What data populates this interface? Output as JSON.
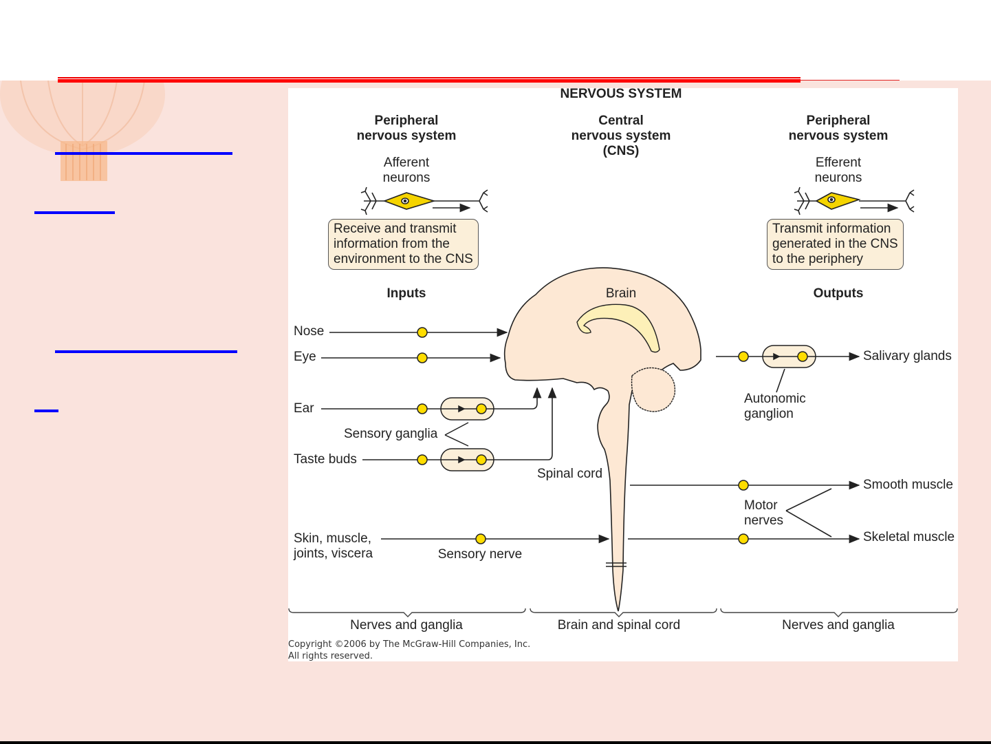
{
  "slide": {
    "background_color": "#fae3dd",
    "rule_color": "#ff0000",
    "link_color": "#0000ff"
  },
  "figure": {
    "title": "NERVOUS SYSTEM",
    "columns": {
      "left": {
        "heading_line1": "Peripheral",
        "heading_line2": "nervous system",
        "neuron_line1": "Afferent",
        "neuron_line2": "neurons",
        "box_lines": [
          "Receive and transmit",
          "information from the",
          "environment to the CNS"
        ],
        "section": "Inputs"
      },
      "center": {
        "heading_line1": "Central",
        "heading_line2": "nervous system",
        "heading_line3": "(CNS)",
        "section": "Brain"
      },
      "right": {
        "heading_line1": "Peripheral",
        "heading_line2": "nervous system",
        "neuron_line1": "Efferent",
        "neuron_line2": "neurons",
        "box_lines": [
          "Transmit information",
          "generated in the CNS",
          "to the periphery"
        ],
        "section": "Outputs"
      }
    },
    "inputs": {
      "nose": "Nose",
      "eye": "Eye",
      "ear": "Ear",
      "sensory_ganglia": "Sensory ganglia",
      "taste_buds": "Taste buds",
      "skin_line1": "Skin, muscle,",
      "skin_line2": "joints, viscera",
      "sensory_nerve": "Sensory nerve"
    },
    "center_labels": {
      "spinal_cord": "Spinal cord"
    },
    "outputs": {
      "salivary": "Salivary glands",
      "autonomic_line1": "Autonomic",
      "autonomic_line2": "ganglion",
      "smooth": "Smooth muscle",
      "motor_line1": "Motor",
      "motor_line2": "nerves",
      "skeletal": "Skeletal muscle"
    },
    "brackets": {
      "left": "Nerves and ganglia",
      "center": "Brain and spinal cord",
      "right": "Nerves and ganglia"
    },
    "copyright_line1": "Copyright ©2006 by The McGraw-Hill Companies, Inc.",
    "copyright_line2": "All rights reserved.",
    "colors": {
      "neuron_fill": "#f5d400",
      "node_fill": "#ffdd00",
      "brain_fill": "#fde8d4",
      "ganglion_fill": "#fbefd9",
      "corpus_fill": "#fdf0b8"
    }
  }
}
